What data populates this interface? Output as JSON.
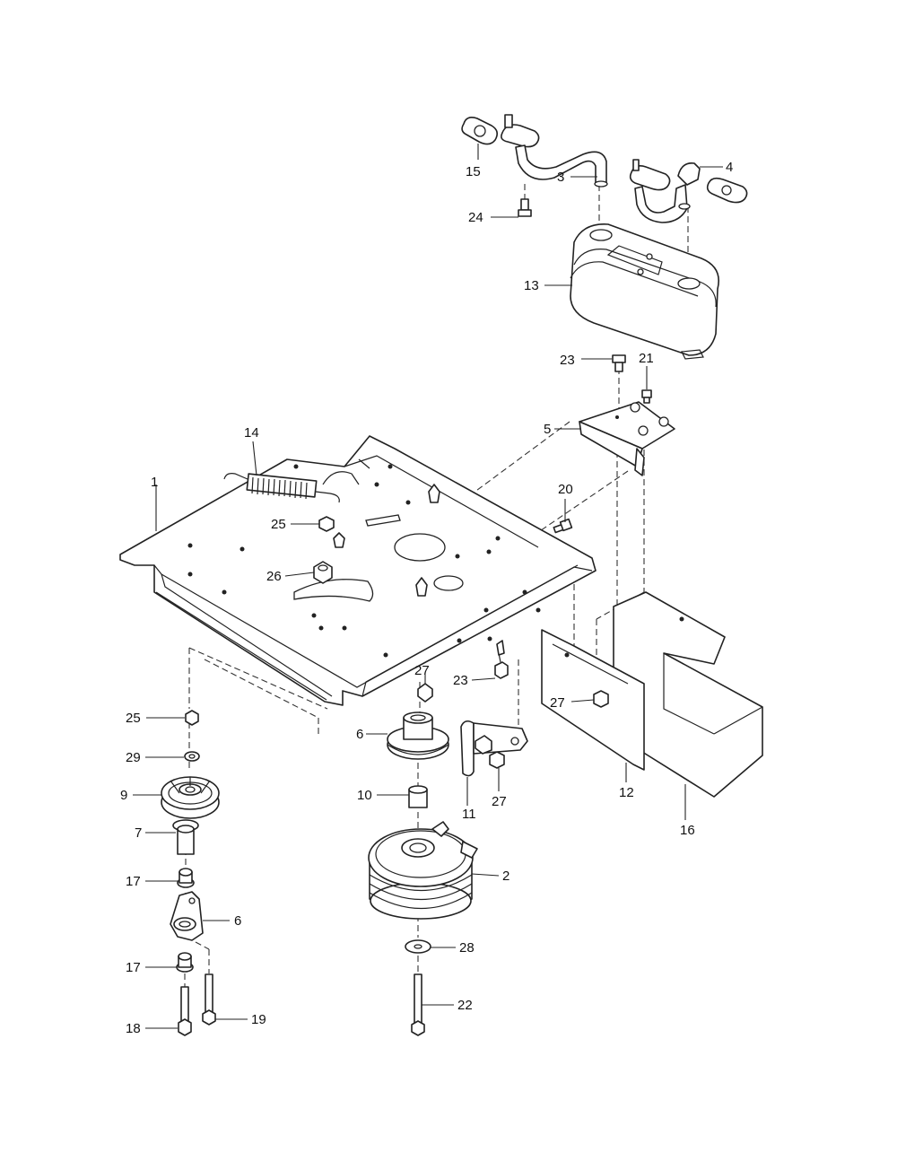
{
  "callouts": {
    "c1": "1",
    "c2": "2",
    "c3": "3",
    "c4": "4",
    "c5": "5",
    "c6a": "6",
    "c6b": "6",
    "c7": "7",
    "c9": "9",
    "c10": "10",
    "c11": "11",
    "c12": "12",
    "c13": "13",
    "c14": "14",
    "c15": "15",
    "c16": "16",
    "c17a": "17",
    "c17b": "17",
    "c18": "18",
    "c19": "19",
    "c20": "20",
    "c21": "21",
    "c22": "22",
    "c23a": "23",
    "c23b": "23",
    "c24": "24",
    "c25a": "25",
    "c25b": "25",
    "c26": "26",
    "c27a": "27",
    "c27b": "27",
    "c27c": "27",
    "c28": "28",
    "c29": "29"
  }
}
